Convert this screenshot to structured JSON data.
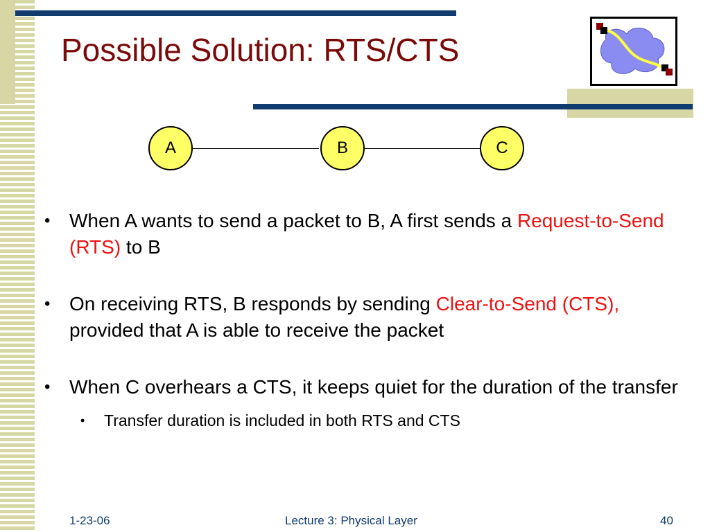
{
  "slide": {
    "title": "Possible Solution: RTS/CTS"
  },
  "diagram": {
    "nodes": [
      "A",
      "B",
      "C"
    ],
    "node_fill": "#ffff66",
    "edges": [
      [
        "A",
        "B"
      ],
      [
        "B",
        "C"
      ]
    ]
  },
  "bullets": [
    {
      "text_before": "When A wants to send a packet to B, A first sends a ",
      "highlight": "Request-to-Send (RTS)",
      "text_after": " to B"
    },
    {
      "text_before": "On receiving RTS, B responds by sending ",
      "highlight": "Clear-to-Send (CTS),",
      "text_after": " provided that A is able to receive the packet"
    },
    {
      "text_before": "When C overhears a CTS, it keeps quiet for the duration of the transfer",
      "highlight": "",
      "text_after": ""
    }
  ],
  "sub_bullets": [
    "Transfer duration is included in both RTS and CTS"
  ],
  "footer": {
    "date": "1-23-06",
    "center": "Lecture 3: Physical Layer",
    "page": "40"
  },
  "icons": {
    "logo": "network-cloud-icon",
    "bullet": "bullet-dot"
  },
  "colors": {
    "title": "#7a0a0a",
    "accent_bar": "#0f3b6e",
    "stripe": "#d6d7a4",
    "highlight": "#ee1111"
  }
}
